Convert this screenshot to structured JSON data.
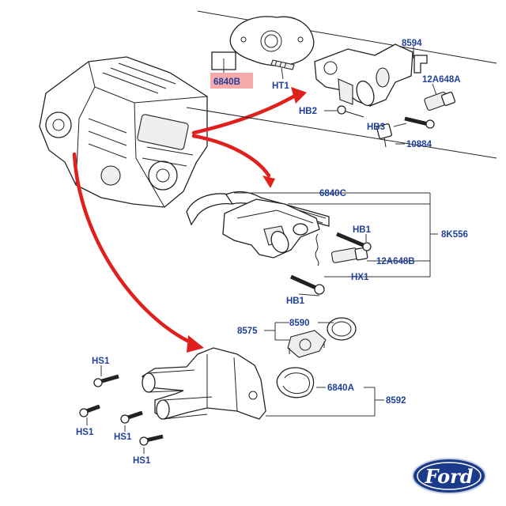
{
  "labels": {
    "gasket_top": "6840B",
    "ht1": "HT1",
    "p8594": "8594",
    "p12a648a": "12A648A",
    "hb2": "HB2",
    "hb3": "HB3",
    "p10884": "10884",
    "p6840c": "6840C",
    "hb1_mid": "HB1",
    "p8k556": "8K556",
    "p12a648b": "12A648B",
    "hx1": "HX1",
    "hb1_low": "HB1",
    "p8575": "8575",
    "p8590": "8590",
    "p6840a": "6840A",
    "p8592": "8592",
    "hs1_a": "HS1",
    "hs1_b": "HS1",
    "hs1_c": "HS1",
    "hs1_d": "HS1"
  },
  "brand": {
    "logo_text": "Ford",
    "logo_color": "#1b3a8a"
  },
  "colors": {
    "label": "#1f3f9c",
    "arrow": "#e0201c",
    "highlight": "#f6a9a9"
  }
}
